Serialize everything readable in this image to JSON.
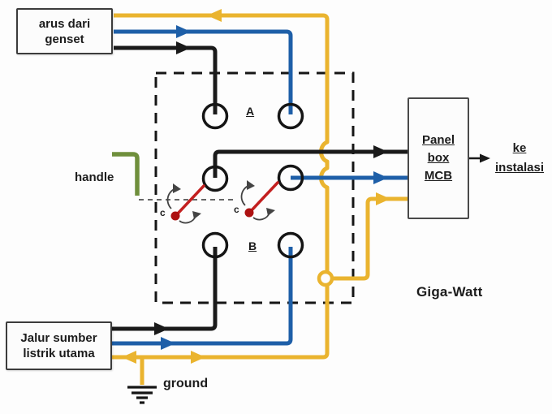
{
  "colors": {
    "yellow": "#eab42f",
    "blue": "#1e5fa8",
    "wireblack": "#1a1a1a",
    "red": "#c32020",
    "reddot": "#ad1111",
    "green": "#6f8f3c"
  },
  "boxes": {
    "genset": {
      "line1": "arus dari",
      "line2": "genset"
    },
    "main_source": {
      "line1": "Jalur sumber",
      "line2": "listrik utama"
    },
    "panel": {
      "line1": "Panel",
      "line2": "box",
      "line3": "MCB"
    }
  },
  "labels": {
    "handle": "handle",
    "ground": "ground",
    "terminal_row_a": "A",
    "terminal_row_b": "B",
    "contact_c": "c",
    "output_line1": "ke",
    "output_line2": "instalasi",
    "brand": "Giga-Watt"
  }
}
